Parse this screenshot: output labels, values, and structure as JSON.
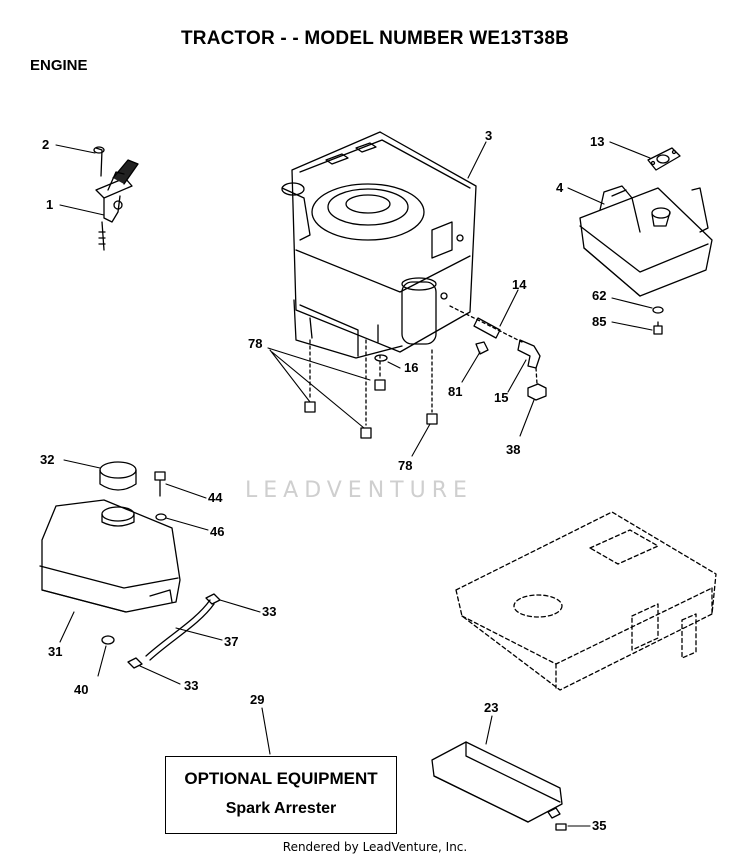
{
  "header": {
    "title": "TRACTOR - - MODEL NUMBER WE13T38B",
    "section": "ENGINE"
  },
  "watermark": "LEADVENTURE",
  "footer": "Rendered by LeadVenture, Inc.",
  "optional_box": {
    "line1": "OPTIONAL EQUIPMENT",
    "line2": "Spark Arrester"
  },
  "callouts": {
    "c2": "2",
    "c1": "1",
    "c3": "3",
    "c13": "13",
    "c4": "4",
    "c14": "14",
    "c62": "62",
    "c85": "85",
    "c78a": "78",
    "c16": "16",
    "c81": "81",
    "c15": "15",
    "c38": "38",
    "c78b": "78",
    "c32": "32",
    "c44": "44",
    "c46": "46",
    "c33a": "33",
    "c37": "37",
    "c31": "31",
    "c40": "40",
    "c33b": "33",
    "c29": "29",
    "c23": "23",
    "c35": "35"
  }
}
